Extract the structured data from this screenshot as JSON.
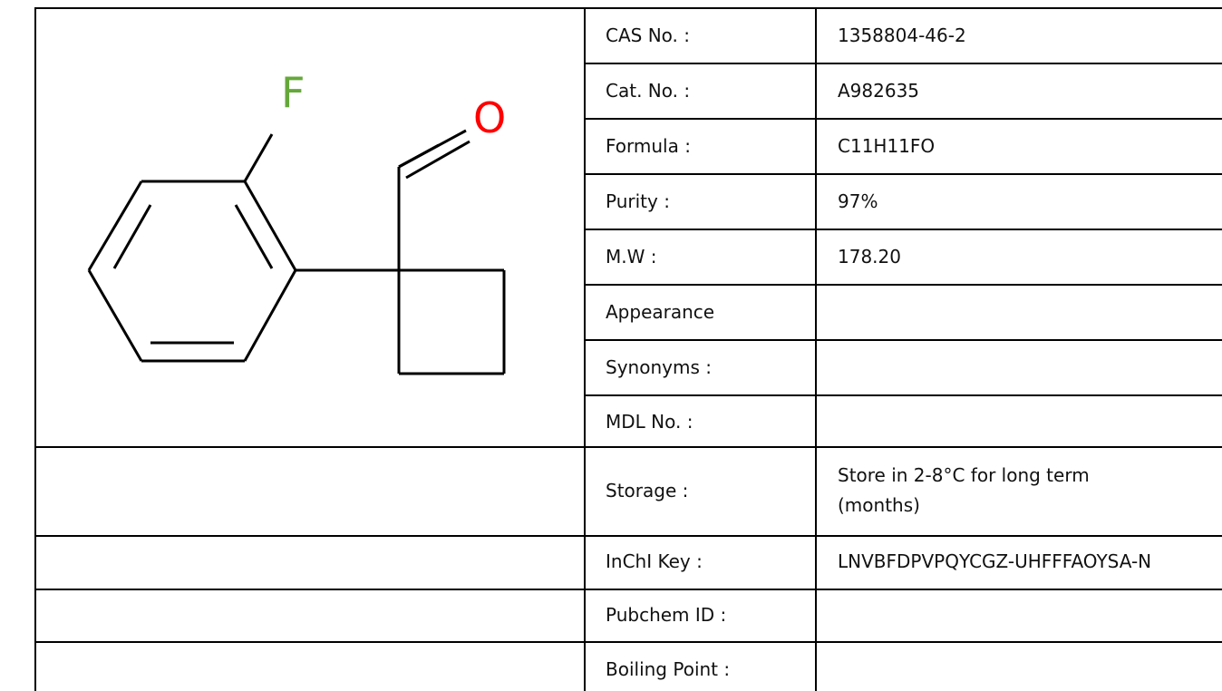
{
  "structure": {
    "atoms": {
      "fluorine": "F",
      "oxygen": "O"
    },
    "colors": {
      "fluorine": "#65a83a",
      "oxygen": "#ff0000",
      "bond": "#000000"
    }
  },
  "properties": [
    {
      "label": "CAS No. :",
      "value": "1358804-46-2"
    },
    {
      "label": "Cat. No. :",
      "value": "A982635"
    },
    {
      "label": "Formula :",
      "value": "C11H11FO"
    },
    {
      "label": "Purity :",
      "value": "97%"
    },
    {
      "label": "M.W :",
      "value": "178.20"
    },
    {
      "label": "Appearance",
      "value": ""
    },
    {
      "label": "Synonyms :",
      "value": ""
    },
    {
      "label": "MDL No. :",
      "value": ""
    },
    {
      "label": "Storage :",
      "value_line1": "Store in 2-8°C for long term",
      "value_line2": "(months)"
    },
    {
      "label": "InChI Key :",
      "value": "LNVBFDPVPQYCGZ-UHFFFAOYSA-N"
    },
    {
      "label": "Pubchem ID :",
      "value": ""
    },
    {
      "label": "Boiling Point :",
      "value": ""
    }
  ]
}
